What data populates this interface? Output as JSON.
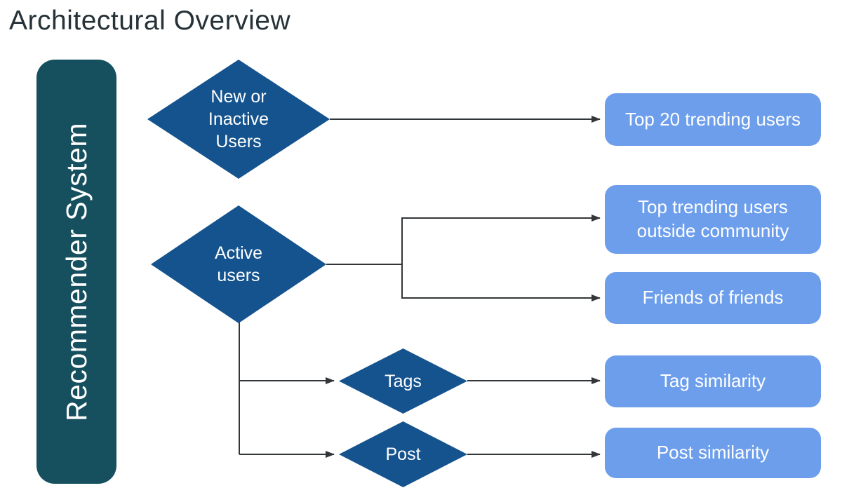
{
  "title": "Architectural Overview",
  "diagram": {
    "system_label": "Recommender System",
    "decisions": {
      "new_inactive": "New or\nInactive\nUsers",
      "active": "Active\nusers",
      "tags": "Tags",
      "post": "Post"
    },
    "outcomes": {
      "top20": "Top 20 trending users",
      "outside_community": "Top trending users\noutside community",
      "friends": "Friends of friends",
      "tag_similarity": "Tag similarity",
      "post_similarity": "Post similarity"
    },
    "colors": {
      "decision_fill": "#15538E",
      "outcome_fill": "#6D9EEB",
      "system_fill": "#16505F",
      "connector": "#333638",
      "title_text": "#263238",
      "node_text": "#FFFFFF"
    }
  }
}
